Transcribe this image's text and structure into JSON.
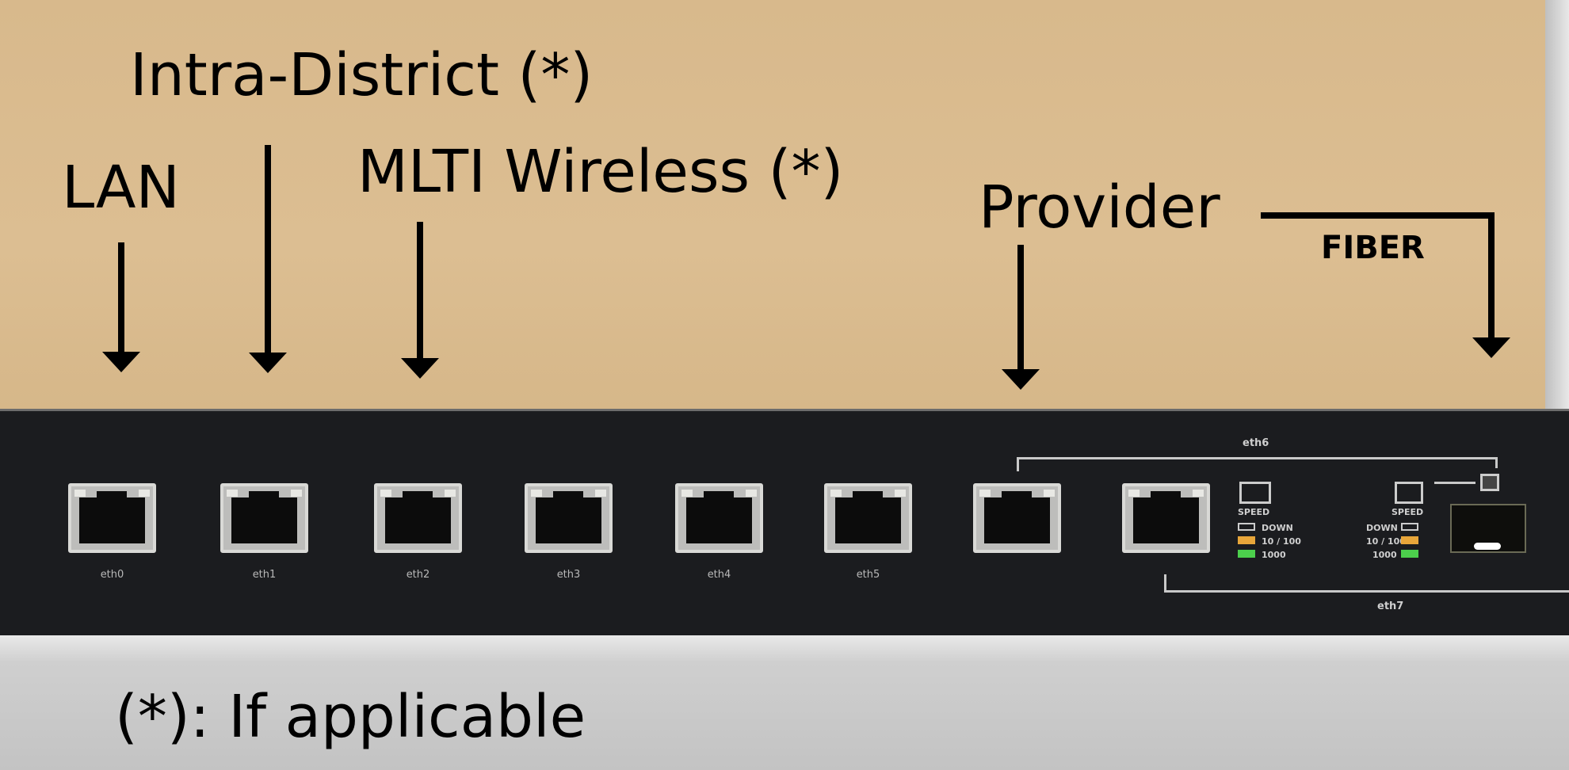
{
  "annotations": {
    "intra_district": "Intra-District (*)",
    "lan": "LAN",
    "mlti_wireless": "MLTI Wireless (*)",
    "provider": "Provider",
    "fiber": "FIBER",
    "footnote": "(*): If applicable"
  },
  "ports": [
    "eth0",
    "eth1",
    "eth2",
    "eth3",
    "eth4",
    "eth5"
  ],
  "combo": {
    "eth6": "eth6",
    "eth7": "eth7",
    "speed": "SPEED",
    "down": "DOWN",
    "ten_hundred": "10 / 100",
    "thousand": "1000"
  },
  "colors": {
    "box": "#d8b98c",
    "panel": "#1b1c1f",
    "led_amber": "#e8a63a",
    "led_green": "#4ccf4c"
  }
}
